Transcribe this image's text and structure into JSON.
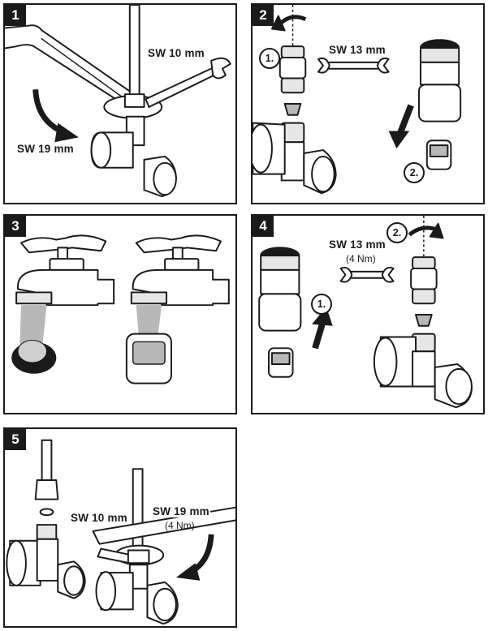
{
  "panels": [
    {
      "number": "1",
      "labels": {
        "wrench_small": "SW 10 mm",
        "wrench_large": "SW 19 mm"
      }
    },
    {
      "number": "2",
      "labels": {
        "wrench": "SW 13 mm",
        "step1": "1.",
        "step2": "2."
      }
    },
    {
      "number": "3"
    },
    {
      "number": "4",
      "labels": {
        "wrench": "SW 13 mm",
        "torque": "(4 Nm)",
        "step1": "1.",
        "step2": "2."
      }
    },
    {
      "number": "5",
      "labels": {
        "wrench_small": "SW 10 mm",
        "wrench_large": "SW 19 mm",
        "torque": "(4 Nm)"
      }
    }
  ],
  "colors": {
    "line": "#1a1a1a",
    "shade": "#b8b8b8",
    "light": "#e6e6e6"
  }
}
